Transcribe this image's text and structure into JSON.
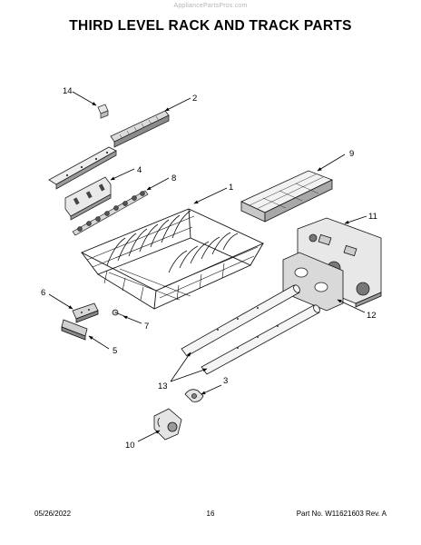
{
  "watermark": "AppliancePartsPros.com",
  "title": "THIRD LEVEL RACK AND TRACK PARTS",
  "callouts": {
    "c1": "1",
    "c2": "2",
    "c3": "3",
    "c4": "4",
    "c5": "5",
    "c6": "6",
    "c7": "7",
    "c8": "8",
    "c9": "9",
    "c10": "10",
    "c11": "11",
    "c12": "12",
    "c13": "13",
    "c14": "14"
  },
  "footer": {
    "date": "05/26/2022",
    "page": "16",
    "part_number": "Part No. W11621603  Rev. A"
  }
}
